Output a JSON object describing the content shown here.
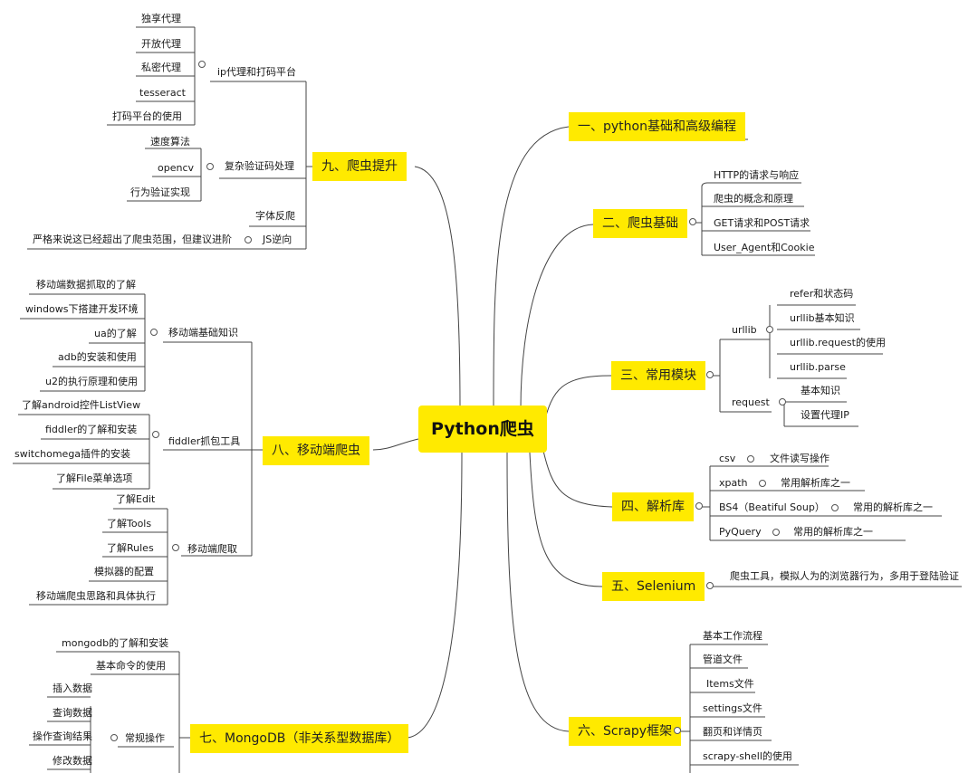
{
  "root": "Python爬虫",
  "branches": {
    "b1": {
      "label": "一、python基础和高级编程"
    },
    "b2": {
      "label": "二、爬虫基础",
      "items": [
        "HTTP的请求与响应",
        "爬虫的概念和原理",
        "GET请求和POST请求",
        "User_Agent和Cookie"
      ]
    },
    "b3": {
      "label": "三、常用模块",
      "urllib": {
        "label": "urllib",
        "items": [
          "refer和状态码",
          "urllib基本知识",
          "urllib.request的使用",
          "urllib.parse"
        ]
      },
      "request": {
        "label": "request",
        "items": [
          "基本知识",
          "设置代理IP"
        ]
      }
    },
    "b4": {
      "label": "四、解析库",
      "items": [
        {
          "name": "csv",
          "desc": "文件读写操作"
        },
        {
          "name": "xpath",
          "desc": "常用解析库之一"
        },
        {
          "name": "BS4（Beatiful Soup）",
          "desc": "常用的解析库之一"
        },
        {
          "name": "PyQuery",
          "desc": "常用的解析库之一"
        }
      ]
    },
    "b5": {
      "label": "五、Selenium",
      "desc": "爬虫工具，模拟人为的浏览器行为，多用于登陆验证"
    },
    "b6": {
      "label": "六、Scrapy框架",
      "items": [
        "基本工作流程",
        "管道文件",
        "Items文件",
        "settings文件",
        "翻页和详情页",
        "scrapy-shell的使用"
      ]
    },
    "b7": {
      "label": "七、MongoDB（非关系型数据库）",
      "items": [
        "mongodb的了解和安装",
        "基本命令的使用"
      ],
      "group": {
        "label": "常规操作",
        "items": [
          "插入数据",
          "查询数据",
          "操作查询结果",
          "修改数据"
        ]
      }
    },
    "b8": {
      "label": "八、移动端爬虫",
      "g1": {
        "label": "移动端基础知识",
        "items": [
          "移动端数据抓取的了解",
          "windows下搭建开发环境",
          "ua的了解",
          "adb的安装和使用",
          "u2的执行原理和使用"
        ]
      },
      "g2": {
        "label": "fiddler抓包工具",
        "items": [
          "了解android控件ListView",
          "fiddler的了解和安装",
          "switchomega插件的安装",
          "了解File菜单选项"
        ]
      },
      "g3": {
        "label": "移动端爬取",
        "items": [
          "了解Edit",
          "了解Tools",
          "了解Rules",
          "模拟器的配置",
          "移动端爬虫思路和具体执行"
        ]
      }
    },
    "b9": {
      "label": "九、爬虫提升",
      "g1": {
        "label": "ip代理和打码平台",
        "items": [
          "独享代理",
          "开放代理",
          "私密代理",
          "tesseract",
          "打码平台的使用"
        ]
      },
      "g2": {
        "label": "复杂验证码处理",
        "items": [
          "速度算法",
          "opencv",
          "行为验证实现"
        ]
      },
      "font": "字体反爬",
      "js": {
        "label": "JS逆向",
        "note": "严格来说这已经超出了爬虫范围，但建议进阶"
      }
    }
  },
  "colors": {
    "highlight": "#ffea00",
    "line": "#444444"
  }
}
